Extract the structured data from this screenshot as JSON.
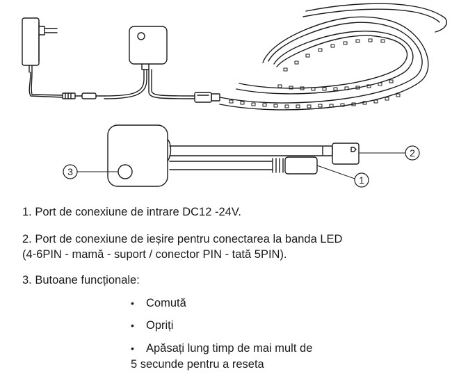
{
  "callouts": {
    "one": "1",
    "two": "2",
    "three": "3"
  },
  "legend": {
    "item1": "1. Port de conexiune de intrare DC12 -24V.",
    "item2_line1": "2. Port de conexiune de ieșire pentru conectarea la banda LED",
    "item2_line2": "(4-6PIN - mamă - suport / conector PIN - tată 5PIN).",
    "item3": "3. Butoane funcționale:",
    "bullet_symbol": "•",
    "bullets": [
      "Comută",
      "Opriți",
      "Apăsați lung timp de mai mult de"
    ],
    "bullet3_continuation": "5 secunde pentru a reseta"
  },
  "colors": {
    "line": "#1a1a1a",
    "background": "#ffffff"
  }
}
